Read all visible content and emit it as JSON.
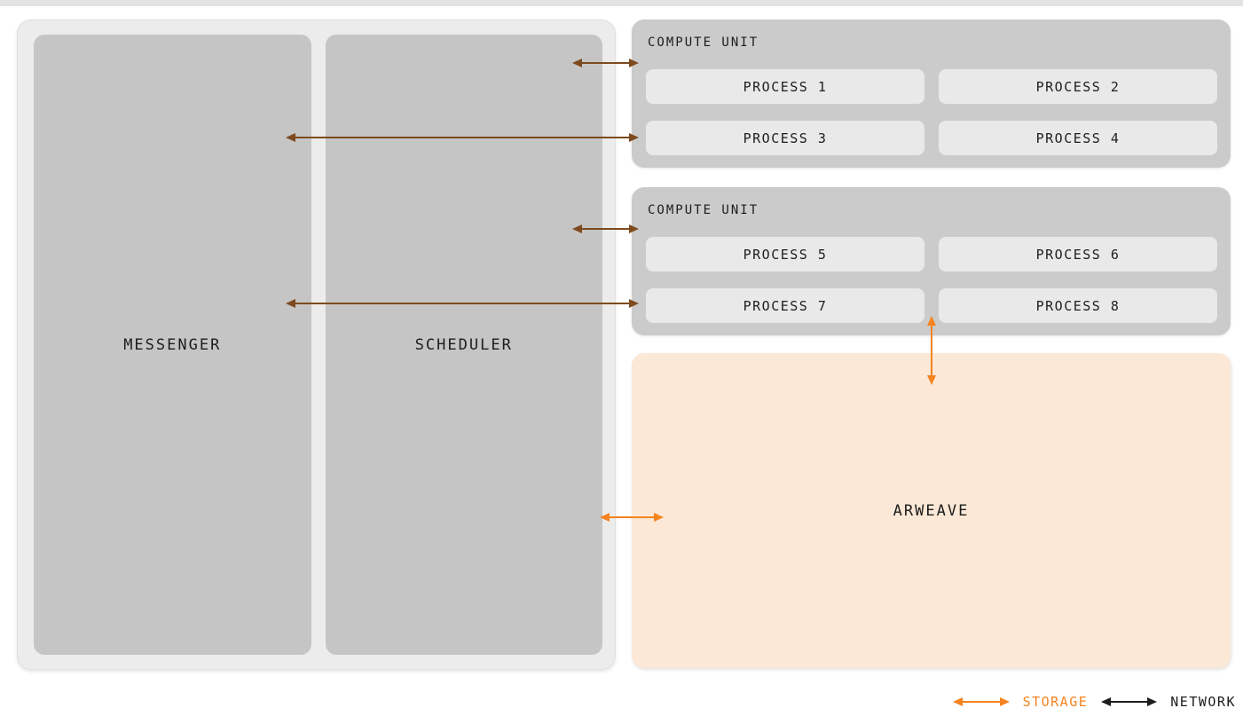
{
  "colors": {
    "storage": "#F5831F",
    "network": "#1D1D1D",
    "diagram-network": "#7D4A1F",
    "arweave-bg": "#FBE8D6",
    "text": "#1D1D1D"
  },
  "left_unit": {
    "messenger_label": "MESSENGER",
    "scheduler_label": "SCHEDULER"
  },
  "compute_units": [
    {
      "label": "COMPUTE UNIT",
      "processes": [
        "PROCESS 1",
        "PROCESS 2",
        "PROCESS 3",
        "PROCESS 4"
      ]
    },
    {
      "label": "COMPUTE UNIT",
      "processes": [
        "PROCESS 5",
        "PROCESS 6",
        "PROCESS 7",
        "PROCESS 8"
      ]
    }
  ],
  "arweave": {
    "label": "ARWEAVE"
  },
  "legend": {
    "storage_label": "STORAGE",
    "network_label": "NETWORK"
  }
}
